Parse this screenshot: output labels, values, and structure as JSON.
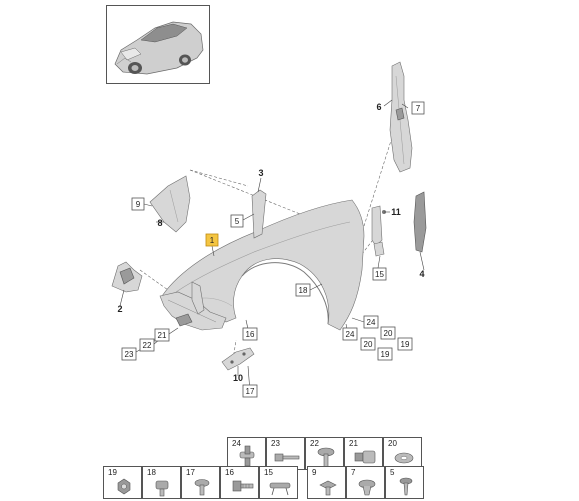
{
  "diagram": {
    "callouts": {
      "c1": "1",
      "c2": "2",
      "c3": "3",
      "c4": "4",
      "c5": "5",
      "c6": "6",
      "c7": "7",
      "c8": "8",
      "c9": "9",
      "c10": "10",
      "c11": "11",
      "c15": "15",
      "c16": "16",
      "c17": "17",
      "c18": "18",
      "c19a": "19",
      "c19b": "19",
      "c20a": "20",
      "c20b": "20",
      "c21": "21",
      "c22": "22",
      "c23": "23",
      "c24a": "24",
      "c24b": "24"
    },
    "highlight_color": "#f4c542"
  },
  "parts_table": {
    "row1": [
      "24",
      "23",
      "22",
      "21",
      "20"
    ],
    "row2": [
      "19",
      "18",
      "17",
      "16",
      "15",
      "9",
      "7",
      "5"
    ]
  }
}
